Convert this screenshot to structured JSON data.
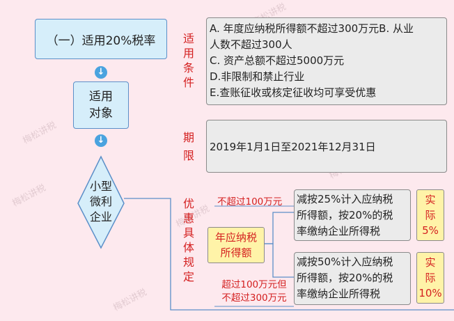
{
  "watermark": "梅松讲税",
  "flow": {
    "title": "（一）适用20%税率",
    "target": "适用对象",
    "target_line1": "适用",
    "target_line2": "对象",
    "subject_line1": "小型",
    "subject_line2": "微利",
    "subject_line3": "企业"
  },
  "section_labels": {
    "conditions": [
      "适",
      "用",
      "条",
      "件"
    ],
    "period": [
      "期",
      "限"
    ],
    "rules": [
      "优",
      "惠",
      "具",
      "体",
      "规",
      "定"
    ]
  },
  "conditions": [
    "A. 年度应纳税所得额不超过300万元B. 从业",
    "人数不超过300人",
    "C. 资产总额不超过5000万元",
    "D.非限制和禁止行业",
    "E.查账征收或核定征收均可享受优惠"
  ],
  "period": "2019年1月1日至2021年12月31日",
  "income_box": [
    "年应纳税",
    "所得额"
  ],
  "tiers": [
    {
      "threshold": [
        "不超过100万元"
      ],
      "rule": [
        "减按25%计入应纳税",
        "所得额，按20%的税",
        "率缴纳企业所得税"
      ],
      "actual": [
        "实",
        "际",
        "5%"
      ]
    },
    {
      "threshold": [
        "超过100万元但",
        "不超过300万元"
      ],
      "rule": [
        "减按50%计入应纳税",
        "所得额，按20%的税",
        "率缴纳企业所得税"
      ],
      "actual": [
        "实",
        "际",
        "10%"
      ]
    }
  ],
  "colors": {
    "background": "#fde9ee",
    "blue_box": "#d6eefa",
    "grey_box": "#ebebeb",
    "highlight": "#fff3a8",
    "label_red": "#d42020",
    "arrow": "#4aa3df"
  }
}
